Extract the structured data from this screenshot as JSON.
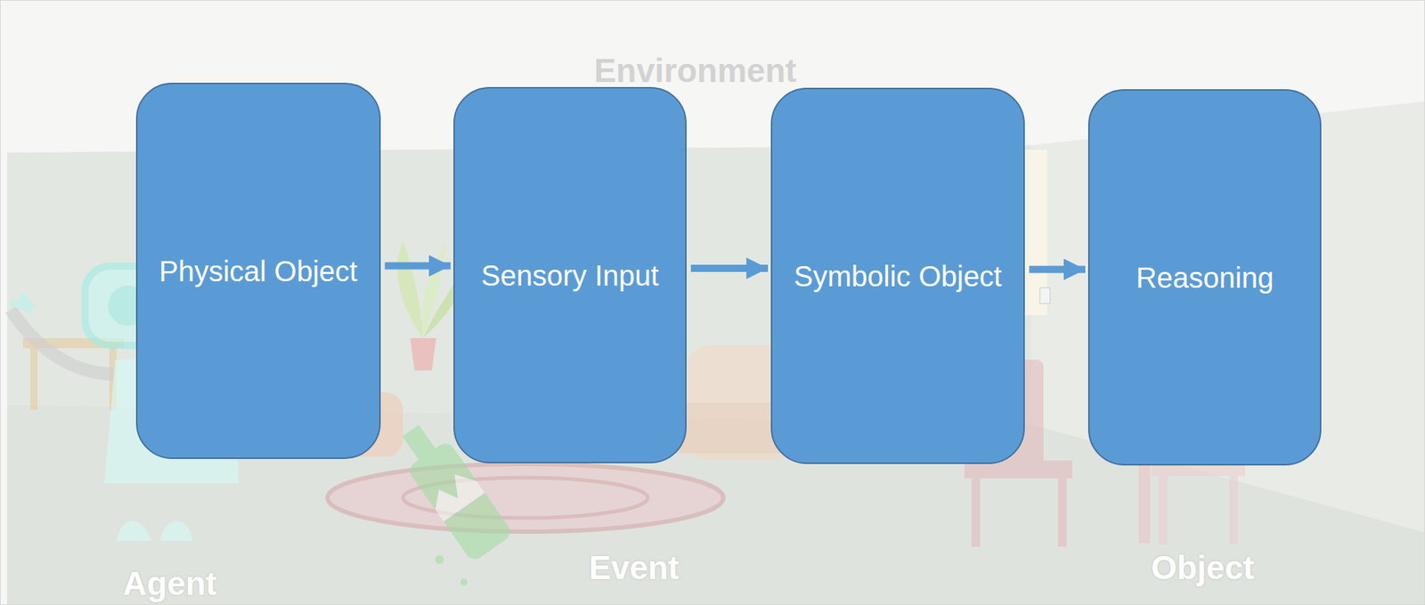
{
  "diagram": {
    "nodes": [
      {
        "text": [
          "Physical Object"
        ]
      },
      {
        "text": [
          "Sensory Input"
        ]
      },
      {
        "text": [
          "Symbolic Object"
        ]
      },
      {
        "text": [
          "Reasoning"
        ]
      }
    ],
    "edges": [
      {
        "from": 0,
        "to": 1,
        "arrow": "to"
      },
      {
        "from": 1,
        "to": 2,
        "arrow": "to"
      },
      {
        "from": 2,
        "to": 3,
        "arrow": "to"
      }
    ],
    "labels": [
      "Environment",
      "Agent",
      "Event",
      "Object"
    ]
  }
}
